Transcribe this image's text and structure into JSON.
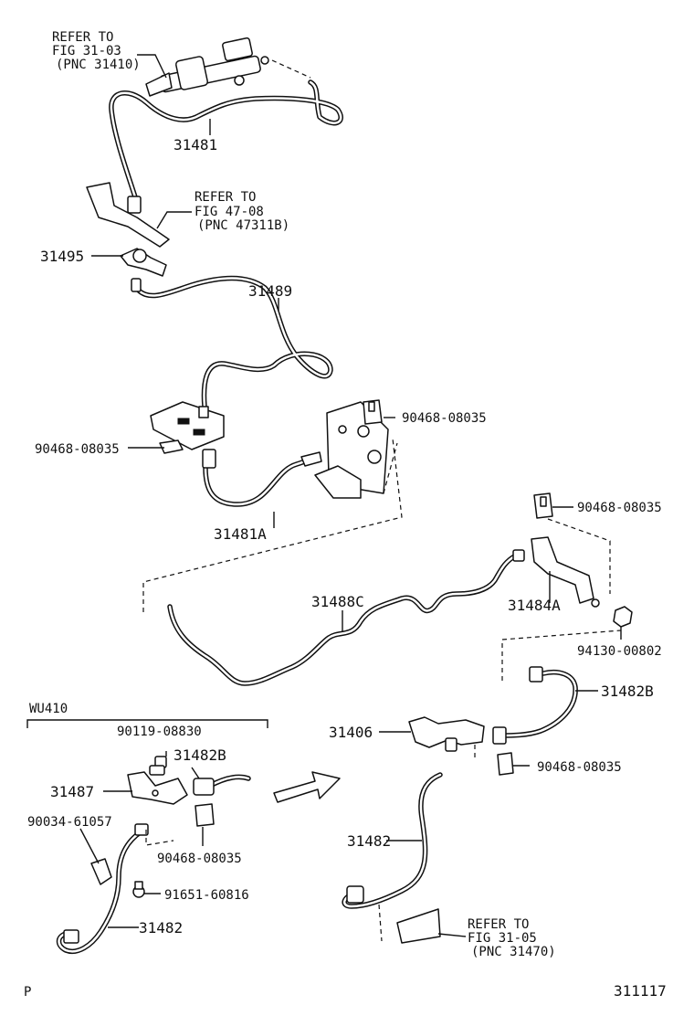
{
  "labels": {
    "refer_31_03": [
      "REFER TO",
      "FIG 31-03",
      "(PNC 31410)"
    ],
    "p31481": "31481",
    "refer_47_08": [
      "REFER TO",
      "FIG 47-08",
      "(PNC 47311B)"
    ],
    "p31495": "31495",
    "p31489": "31489",
    "clip_a": "90468-08035",
    "clip_b": "90468-08035",
    "p31481a": "31481A",
    "clip_c": "90468-08035",
    "p31484a": "31484A",
    "p31488c": "31488C",
    "nut": "94130-00802",
    "p31482b_right": "31482B",
    "variant": "WU410",
    "bolt_90119": "90119-08830",
    "p31482b_left": "31482B",
    "p31487": "31487",
    "p31406": "31406",
    "clip_d": "90468-08035",
    "p90034": "90034-61057",
    "clip_e": "90468-08035",
    "screw_91651": "91651-60816",
    "p31482_right": "31482",
    "p31482_left": "31482",
    "refer_31_05": [
      "REFER TO",
      "FIG 31-05",
      "(PNC 31470)"
    ],
    "corner_p": "P",
    "fig_no": "311117"
  }
}
